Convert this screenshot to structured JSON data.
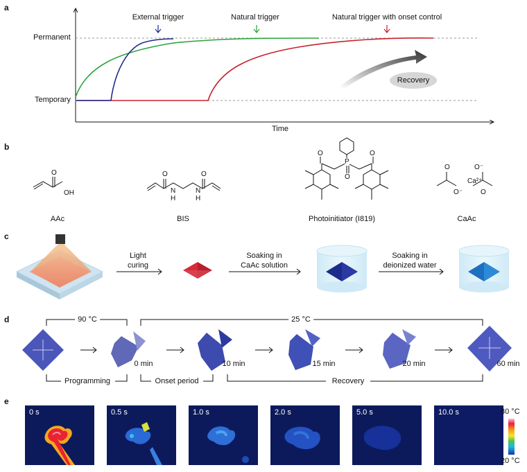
{
  "panels": {
    "a": "a",
    "b": "b",
    "c": "c",
    "d": "d",
    "e": "e"
  },
  "panel_a": {
    "y_levels": [
      "Permanent",
      "Temporary"
    ],
    "x_label": "Time",
    "triggers": [
      "External trigger",
      "Natural trigger",
      "Natural trigger with onset control"
    ],
    "recovery_label": "Recovery",
    "colors": {
      "external": "#1f2d8a",
      "natural": "#2aa33c",
      "onset": "#c8202d"
    }
  },
  "panel_b": {
    "compounds": [
      "AAc",
      "BIS",
      "Photoinitiator (I819)",
      "CaAc"
    ],
    "atoms": {
      "oh": "OH",
      "o": "O",
      "n": "N",
      "h": "H",
      "p": "P",
      "o_minus": "O⁻",
      "ca": "Ca²⁺"
    }
  },
  "panel_c": {
    "steps": [
      "Light\ncuring",
      "Soaking in\nCaAc solution",
      "Soaking in\ndeionized water"
    ]
  },
  "panel_d": {
    "temps": [
      "90 °C",
      "25 °C"
    ],
    "times": [
      "0 min",
      "10 min",
      "15 min",
      "20 min",
      "60 min"
    ],
    "phases": [
      "Programming",
      "Onset period",
      "Recovery"
    ]
  },
  "panel_e": {
    "times": [
      "0 s",
      "0.5 s",
      "1.0 s",
      "2.0 s",
      "5.0 s",
      "10.0 s"
    ],
    "scale_max": "80 °C",
    "scale_min": "20 °C"
  }
}
